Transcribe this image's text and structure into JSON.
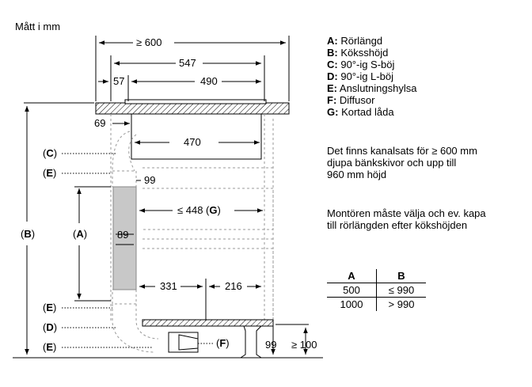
{
  "header": "Mått i mm",
  "legend": [
    {
      "key": "A:",
      "text": "Rörlängd"
    },
    {
      "key": "B:",
      "text": "Köksshöjd"
    },
    {
      "key": "C:",
      "text": "90°-ig S-böj"
    },
    {
      "key": "D:",
      "text": "90°-ig L-böj"
    },
    {
      "key": "E:",
      "text": "Anslutningshylsa"
    },
    {
      "key": "F:",
      "text": "Diffusor"
    },
    {
      "key": "G:",
      "text": "Kortad låda"
    }
  ],
  "note1": "Det finns kanalsats för ≥ 600 mm\ndjupa bänkskivor och upp till\n960 mm höjd",
  "note2": "Montören måste välja och ev. kapa\ntill rörlängden efter kökshöjden",
  "table": {
    "headers": [
      "A",
      "B"
    ],
    "rows": [
      [
        "500",
        "≤ 990"
      ],
      [
        "1000",
        "> 990"
      ]
    ]
  },
  "dims": {
    "d600": "≥ 600",
    "d547": "547",
    "d57": "57",
    "d490": "490",
    "d69": "69",
    "d470": "470",
    "d99top": "99",
    "d448": "≤ 448 (",
    "d448g": "G",
    "d448end": ")",
    "d89": "89",
    "d331": "331",
    "d216": "216",
    "d99bot": "99",
    "d100": "≥ 100"
  },
  "callouts": {
    "C": "C",
    "E1": "E",
    "A": "A",
    "B": "B",
    "E2": "E",
    "D": "D",
    "E3": "E",
    "F": "F"
  }
}
